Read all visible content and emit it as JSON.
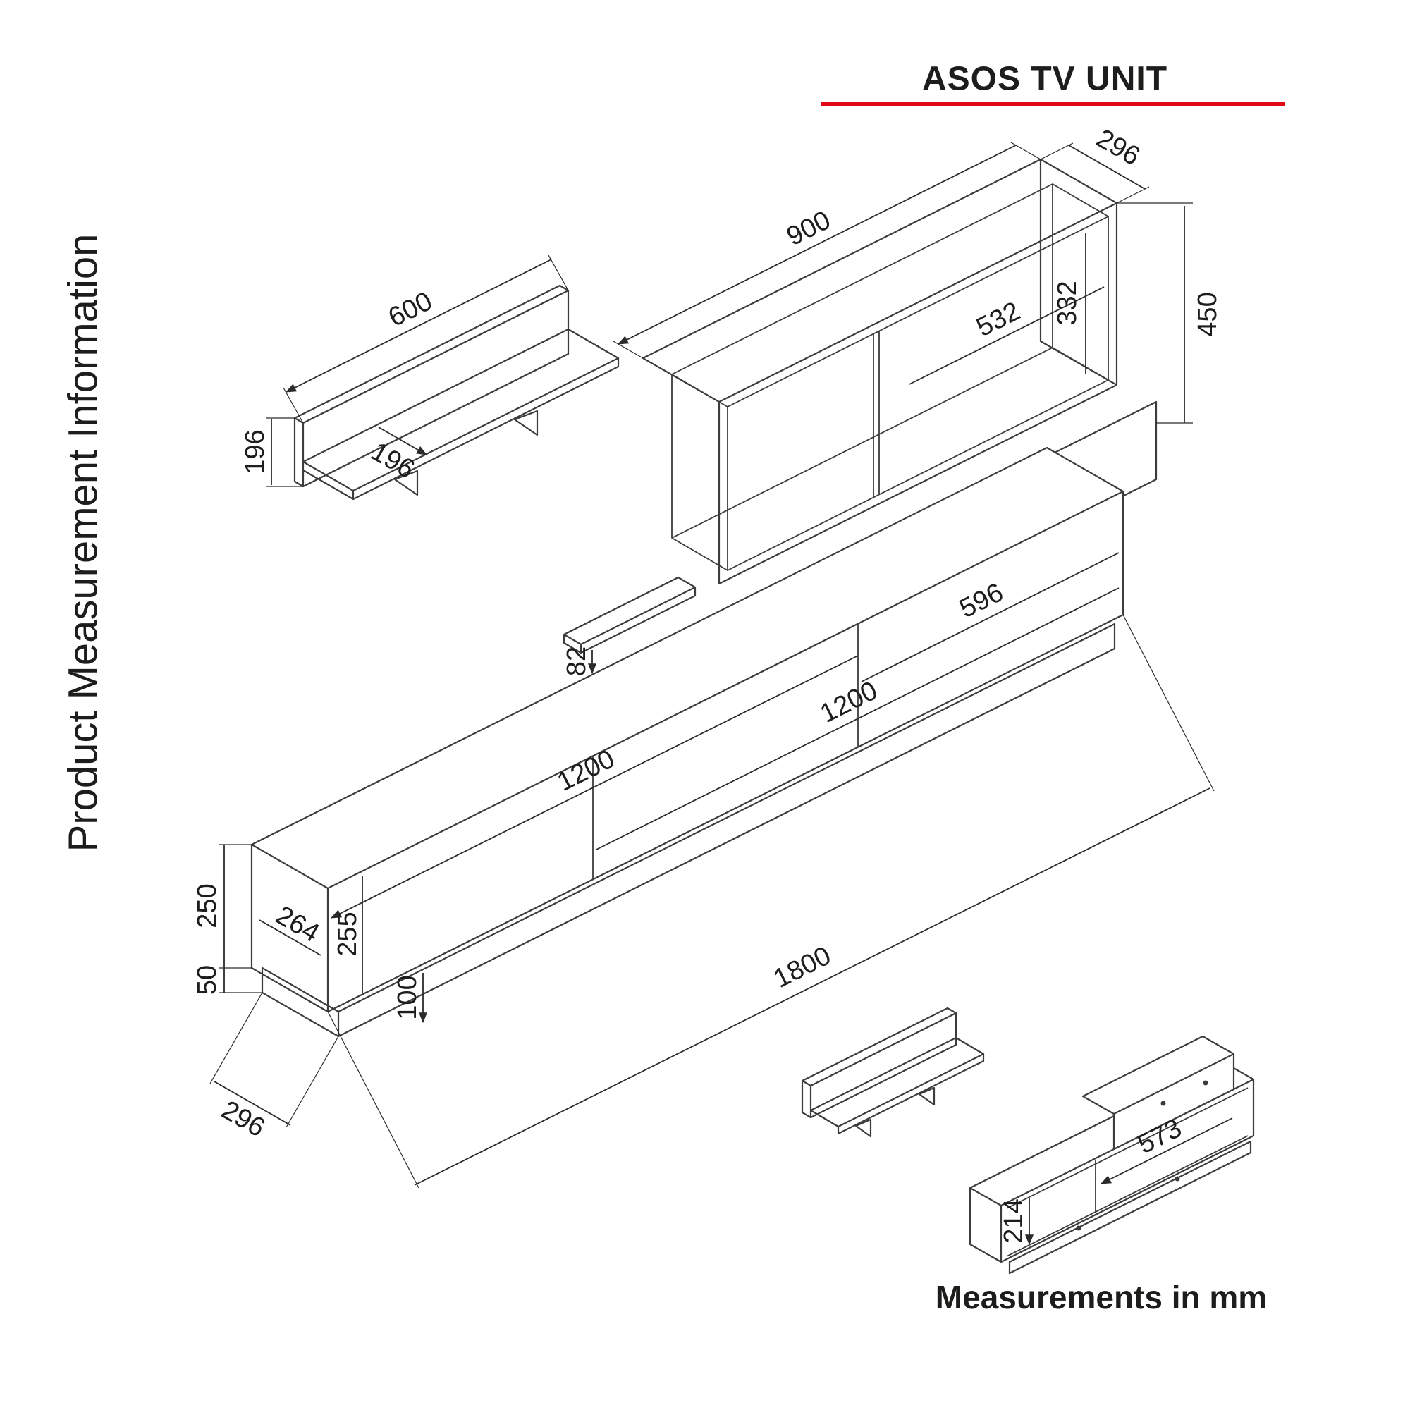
{
  "title": "ASOS TV UNIT",
  "side_label": "Product Measurement Information",
  "footer": "Measurements in mm",
  "colors": {
    "accent_red": "#e30613",
    "ink": "#1d1d1b",
    "line": "#3c3c3b"
  },
  "dimensions": {
    "wall_shelf": {
      "length": "600",
      "height": "196",
      "depth": "196"
    },
    "wall_cabinet": {
      "length": "900",
      "depth": "296",
      "overall_height": "450",
      "inner_width": "532",
      "inner_height": "332",
      "gap": "82"
    },
    "tv_stand": {
      "left_door": "1200",
      "middle_section": "596",
      "right_door": "1200",
      "total_length": "1800",
      "door_height": "255",
      "body_height": "250",
      "plinth_height": "50",
      "end_depth": "264",
      "depth": "296",
      "clearance": "100"
    },
    "assembled": {
      "niche_width": "573",
      "niche_height": "214"
    }
  }
}
